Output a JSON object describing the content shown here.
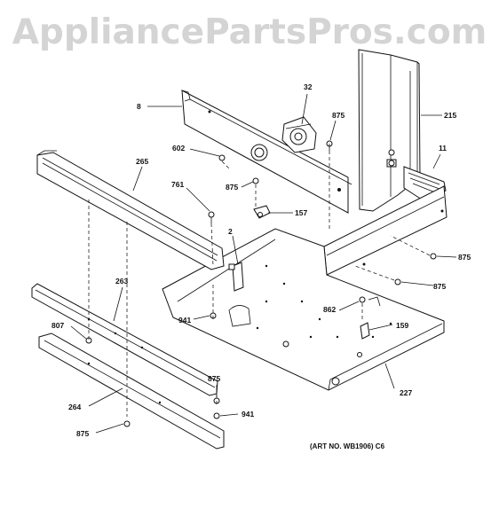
{
  "watermark": "AppliancePartsPros.com",
  "art_number": "(ART NO. WB1906) C6",
  "callouts": {
    "c8": "8",
    "c32": "32",
    "c875a": "875",
    "c215": "215",
    "c602": "602",
    "c11": "11",
    "c265": "265",
    "c761": "761",
    "c875b": "875",
    "c157": "157",
    "c2": "2",
    "c875c": "875",
    "c875d": "875",
    "c263": "263",
    "c941a": "941",
    "c862": "862",
    "c807": "807",
    "c159": "159",
    "c227": "227",
    "c875e": "875",
    "c264": "264",
    "c941b": "941",
    "c875f": "875"
  },
  "colors": {
    "line": "#111111",
    "watermark": "#d4d4d4",
    "background": "#ffffff"
  }
}
